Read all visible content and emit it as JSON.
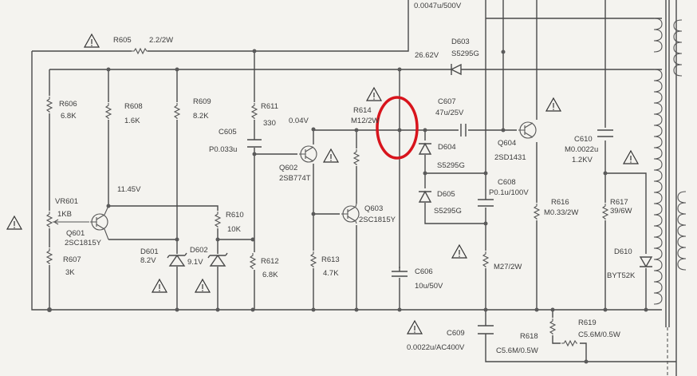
{
  "title": "Power supply schematic (switch-mode section)",
  "highlight_color": "#d8141c",
  "labels": {
    "c_top": "0.0047u/500V",
    "r605": "R605",
    "r605_val": "2.2/2W",
    "d603": "D603",
    "d603_val": "S5295G",
    "v_2662": "26.62V",
    "r606": "R606",
    "r606_val": "6.8K",
    "r608": "R608",
    "r608_val": "1.6K",
    "r609": "R609",
    "r609_val": "8.2K",
    "r611": "R611",
    "r611_val": "330",
    "v_004": "0.04V",
    "r614": "R614",
    "r614_val": "M12/2W",
    "c607": "C607",
    "c607_val": "47u/25V",
    "c610": "C610",
    "c610_val": "M0.0022u",
    "c610_val2": "1.2KV",
    "c605": "C605",
    "c605_val": "P0.033u",
    "q602": "Q602",
    "q602_val": "2SB774T",
    "d604": "D604",
    "d604_val": "S5295G",
    "q604": "Q604",
    "q604_val": "2SD1431",
    "c608": "C608",
    "c608_val": "P0.1u/100V",
    "v_1145": "11.45V",
    "vr601": "VR601",
    "vr601_val": "1KB",
    "q601": "Q601",
    "q601_val": "2SC1815Y",
    "d605": "D605",
    "d605_val": "S5295G",
    "r610": "R610",
    "r610_val": "10K",
    "q603": "Q603",
    "q603_val": "2SC1815Y",
    "r616": "R616",
    "r616_val": "M0.33/2W",
    "r617": "R617",
    "r617_val": "39/6W",
    "d601": "D601",
    "d601_val": "8.2V",
    "d602": "D602",
    "d602_val": "9.1V",
    "r607": "R607",
    "r607_val": "3K",
    "r612": "R612",
    "r612_val": "6.8K",
    "r613": "R613",
    "r613_val": "4.7K",
    "c606": "C606",
    "c606_val": "10u/50V",
    "r_m27": "M27/2W",
    "d610": "D610",
    "d610_val": "BYT52K",
    "c609": "C609",
    "c609_val": "0.0022u/AC400V",
    "r618": "R618",
    "r618_val": "C5.6M/0.5W",
    "r619": "R619",
    "r619_val": "C5.6M/0.5W"
  }
}
